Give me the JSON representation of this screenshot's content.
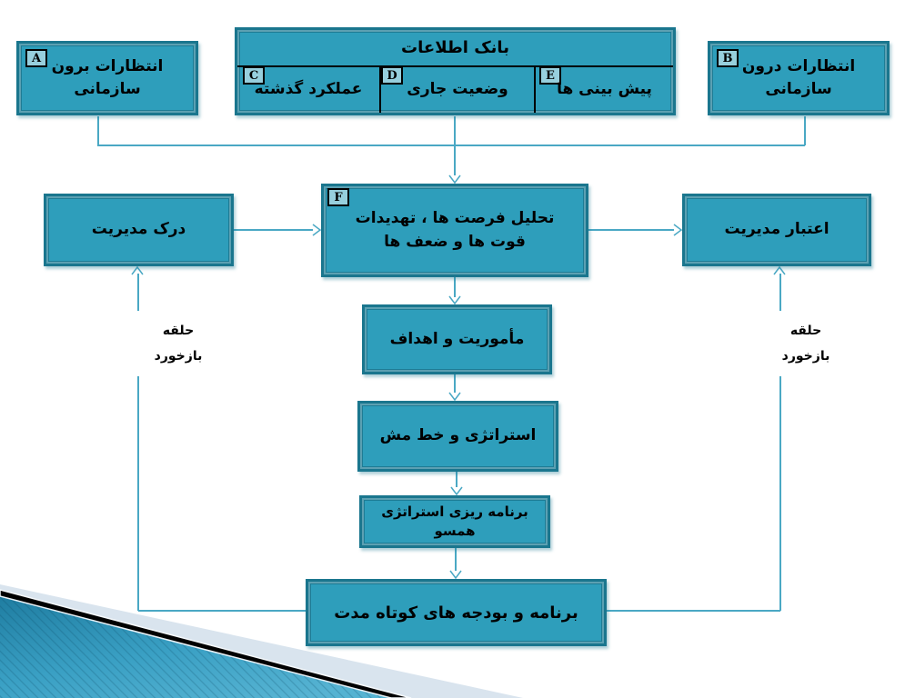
{
  "colors": {
    "box_fill": "#2E9EBB",
    "box_border": "#1A768E",
    "connector": "#4AA8C4"
  },
  "bank": {
    "title": "بانک اطلاعات",
    "cells": [
      {
        "letter": "E",
        "label": "پیش بینی ها"
      },
      {
        "letter": "D",
        "label": "وضعیت جاری"
      },
      {
        "letter": "C",
        "label": "عملکرد گذشته"
      }
    ]
  },
  "nodes": {
    "external_expectations": {
      "letter": "A",
      "line1": "انتظارات برون",
      "line2": "سازمانی"
    },
    "internal_expectations": {
      "letter": "B",
      "line1": "انتظارات درون",
      "line2": "سازمانی"
    },
    "swot_analysis": {
      "letter": "F",
      "line1": "تحلیل فرصت ها ، تهدیدات",
      "line2": "قوت ها و ضعف ها"
    },
    "management_understanding": {
      "label": "درک مدیریت"
    },
    "management_credibility": {
      "label": "اعتبار مدیریت"
    },
    "mission_goals": {
      "label": "مأموریت و اهداف"
    },
    "strategy_policy": {
      "label": "استراتژی و خط مش"
    },
    "aligned_strategic_planning": {
      "line1": "برنامه ریزی استراتژی",
      "line2": "همسو"
    },
    "short_term_budgets": {
      "label": "برنامه و بودجه های کوتاه مدت"
    }
  },
  "feedback_left": {
    "line1": "حلقه",
    "line2": "بازخورد"
  },
  "feedback_right": {
    "line1": "حلقه",
    "line2": "بازخورد"
  }
}
